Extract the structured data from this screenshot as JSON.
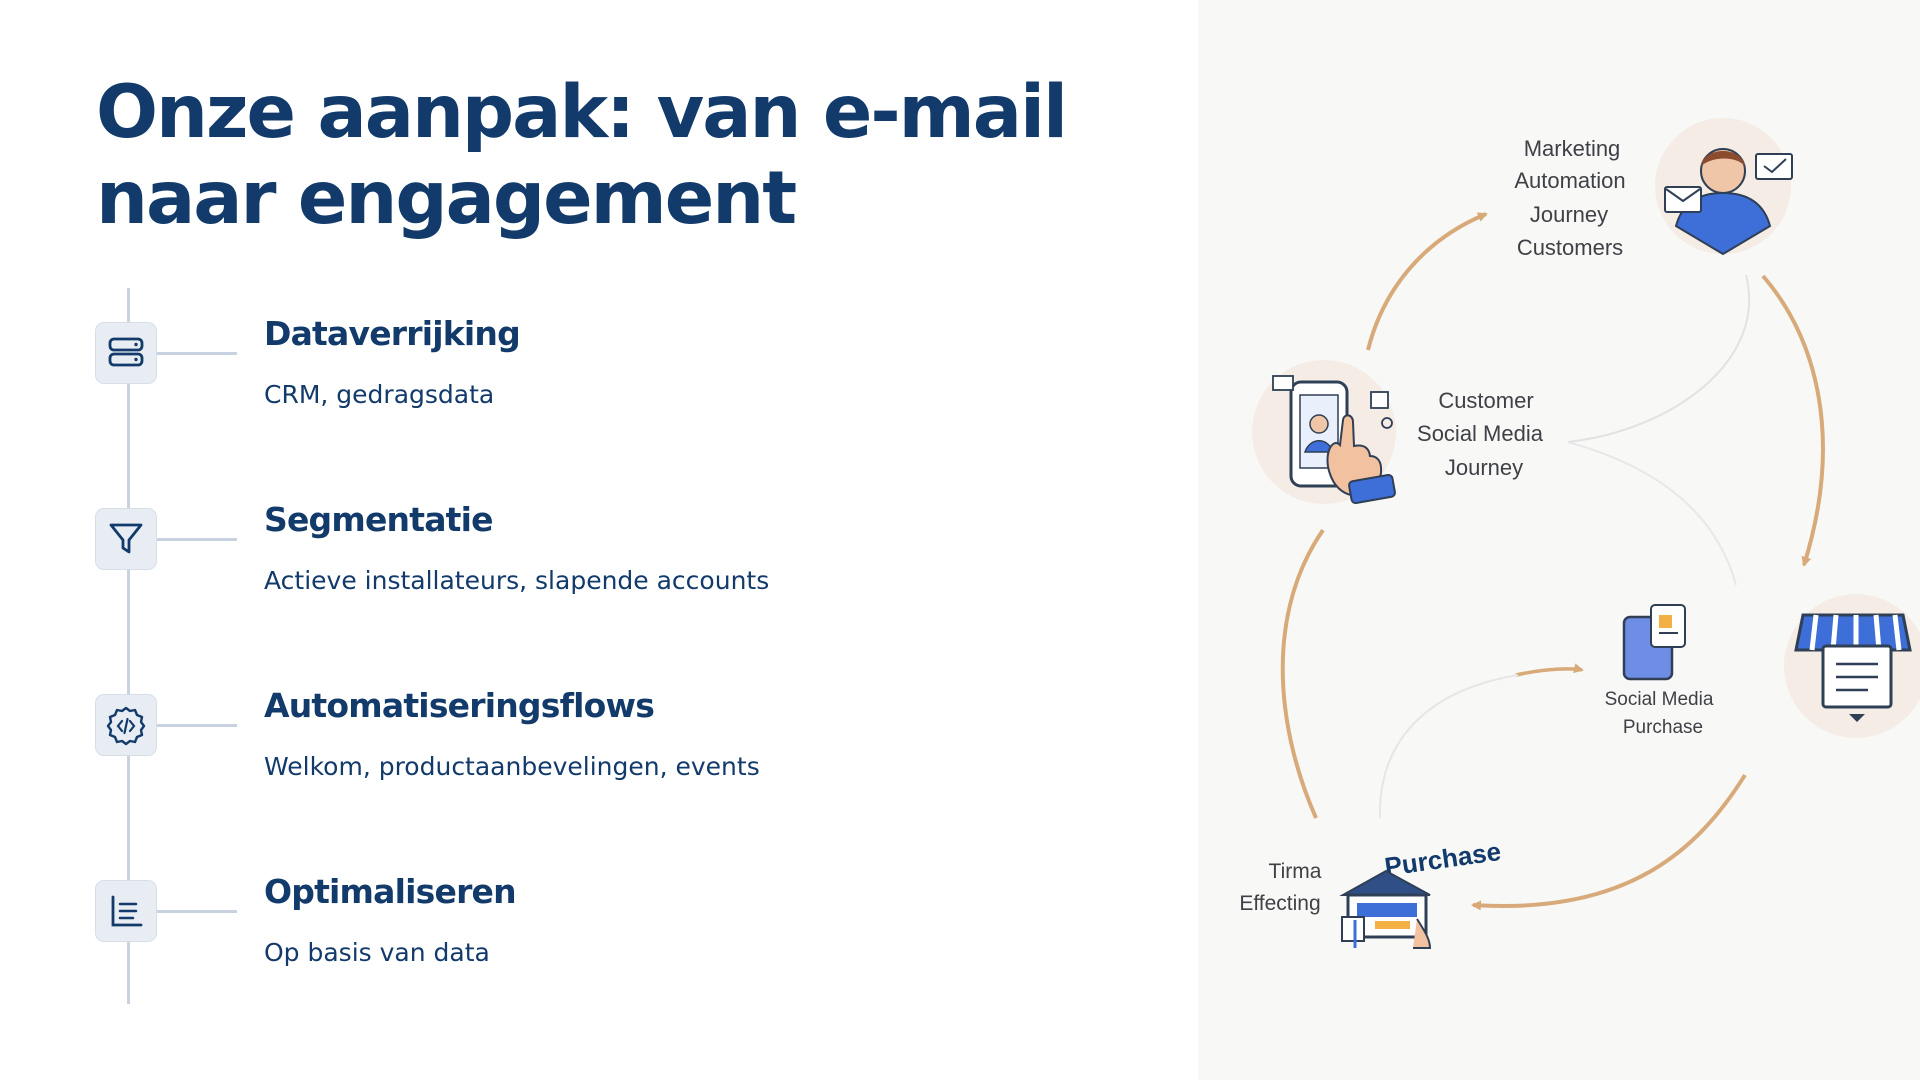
{
  "title": "Onze aanpak: van e-mail naar engagement",
  "steps": [
    {
      "title": "Dataverrijking",
      "desc": "CRM, gedragsdata",
      "icon": "database-icon"
    },
    {
      "title": "Segmentatie",
      "desc": "Actieve installateurs, slapende accounts",
      "icon": "filter-icon"
    },
    {
      "title": "Automatiseringsflows",
      "desc": "Welkom, productaanbevelingen, events",
      "icon": "code-gear-icon"
    },
    {
      "title": "Optimaliseren",
      "desc": "Op basis van data",
      "icon": "chart-list-icon"
    }
  ],
  "diagram": {
    "marketing": [
      "Marketing",
      "Automation",
      "Journey",
      "Customers"
    ],
    "social_journey": [
      "Customer",
      "Social Media",
      "Journey"
    ],
    "social_purchase": [
      "Social Media",
      "Purchase"
    ],
    "firma": [
      "Tirma",
      "Effecting"
    ],
    "purchase_sign": "Purchase"
  },
  "colors": {
    "navy": "#123a6b",
    "icon_box": "#e8edf4",
    "timeline": "#c8d2e0",
    "arrow": "#d8aa79",
    "blue": "#3e6fd8"
  }
}
